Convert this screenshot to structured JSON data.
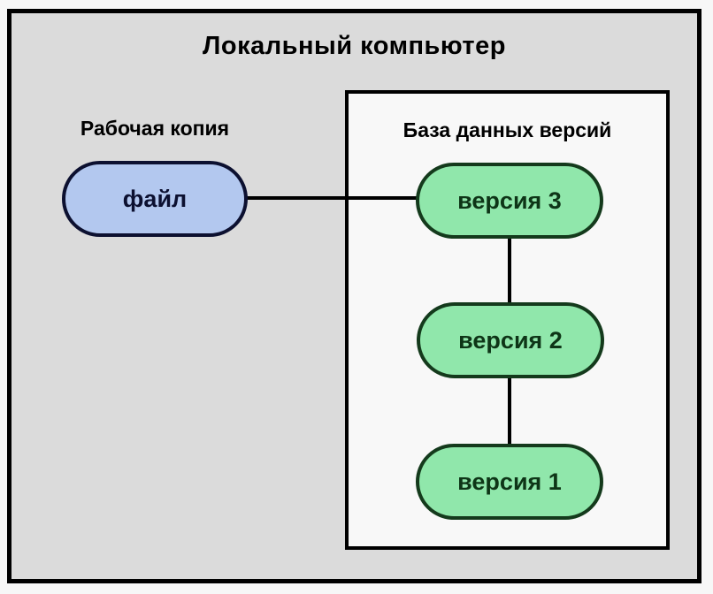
{
  "diagram": {
    "title": "Локальный компьютер",
    "working_copy": {
      "label": "Рабочая копия",
      "node": "файл"
    },
    "repository": {
      "title": "База данных версий",
      "nodes": [
        "версия 3",
        "версия 2",
        "версия 1"
      ]
    },
    "connections": [
      "файл — версия 3",
      "версия 3 — версия 2",
      "версия 2 — версия 1"
    ],
    "colors": {
      "outer_box_fill": "#dbdbdb",
      "outer_box_border": "#000000",
      "inner_box_fill": "#f8f8f8",
      "inner_box_border": "#000000",
      "file_node_fill": "#b3c8ef",
      "file_node_border": "#0c1030",
      "file_node_text": "#0c1030",
      "version_node_fill": "#90e7ab",
      "version_node_border": "#143a1c",
      "version_node_text": "#0e3517",
      "connector_line": "#000000"
    }
  }
}
